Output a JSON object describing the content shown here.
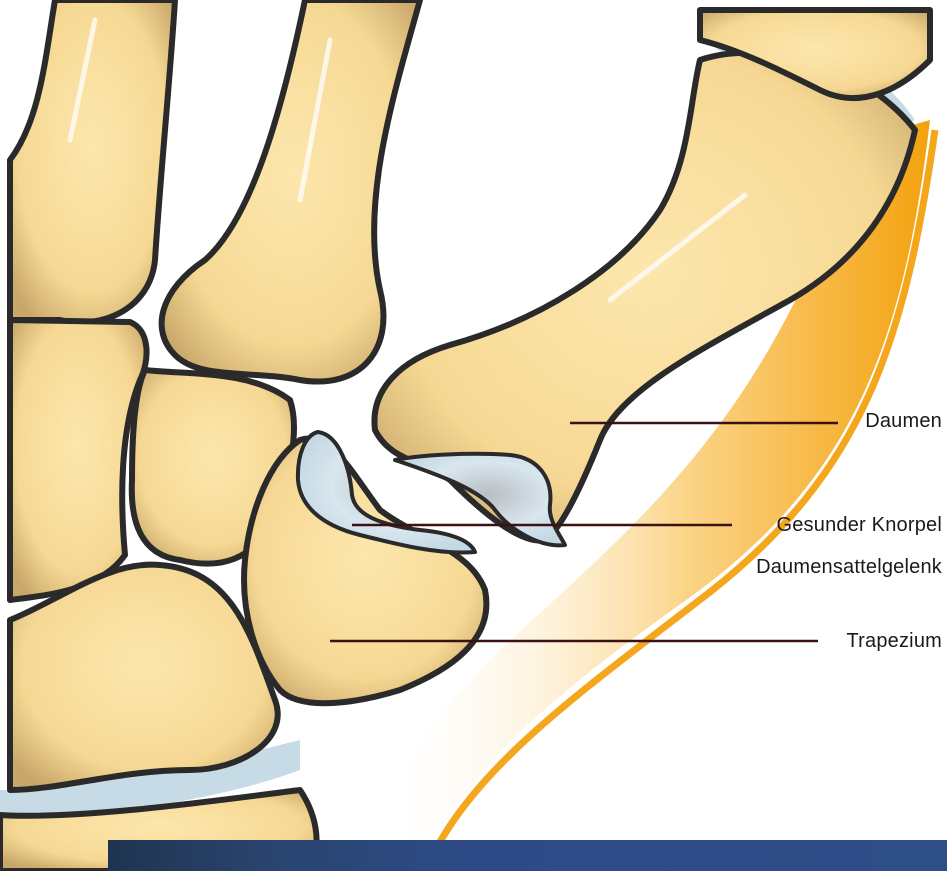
{
  "labels": {
    "daumen": "Daumen",
    "knorpel_line1": "Gesunder Knorpel",
    "knorpel_line2": "Daumensattelgelenk",
    "trapezium": "Trapezium"
  },
  "colors": {
    "bone": "#f8dfa0",
    "bone_outline": "#2a2a2a",
    "cartilage": "#cfe0ea",
    "skin_edge": "#f4a71c",
    "footer_bar": "#2e4e88",
    "leader_line": "#3a1214"
  }
}
